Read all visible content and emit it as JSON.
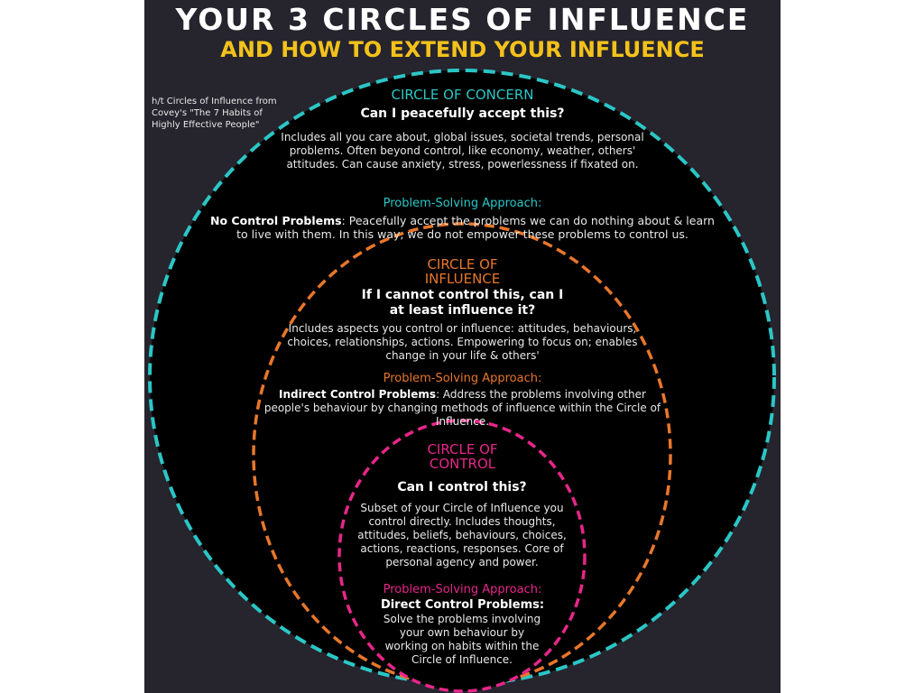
{
  "title": "YOUR 3 CIRCLES OF INFLUENCE",
  "subtitle": "AND HOW TO EXTEND YOUR INFLUENCE",
  "credit": "h/t Circles of Influence from\nCovey's \"The 7 Habits of\nHighly Effective People\"",
  "colors": {
    "concern": "#2bc6c6",
    "influence": "#e8772a",
    "control": "#e8268a",
    "accent": "#f3c21b",
    "background": "#26242d"
  },
  "concern": {
    "heading": "CIRCLE OF CONCERN",
    "question": "Can I peacefully accept this?",
    "description": "Includes all you care about, global issues, societal trends, personal problems. Often beyond control, like economy, weather, others' attitudes. Can cause anxiety, stress, powerlessness if fixated on.",
    "approach_label": "Problem-Solving Approach:",
    "approach_bold": "No Control Problems",
    "approach_text": ": Peacefully accept the problems we can do nothing about & learn to live with them. In this way, we do not empower these problems to control us."
  },
  "influence": {
    "heading": "CIRCLE OF INFLUENCE",
    "question": "If I cannot control this, can I at least influence it?",
    "description": "Includes aspects you control or influence: attitudes, behaviours, choices, relationships, actions. Empowering to focus on; enables change in your life & others'",
    "approach_label": "Problem-Solving Approach:",
    "approach_bold": "Indirect Control Problems",
    "approach_text": ": Address the problems involving other people's behaviour by changing methods of influence within the Circle of Influence."
  },
  "control": {
    "heading": "CIRCLE OF CONTROL",
    "question": "Can I control this?",
    "description": "Subset of your Circle of Influence you control directly. Includes thoughts, attitudes, beliefs, behaviours, choices, actions, reactions, responses. Core of personal agency and power.",
    "approach_label": "Problem-Solving Approach:",
    "approach_bold": "Direct Control Problems:",
    "approach_text": "Solve the problems involving your own behaviour by working on habits within the Circle of Influence."
  }
}
